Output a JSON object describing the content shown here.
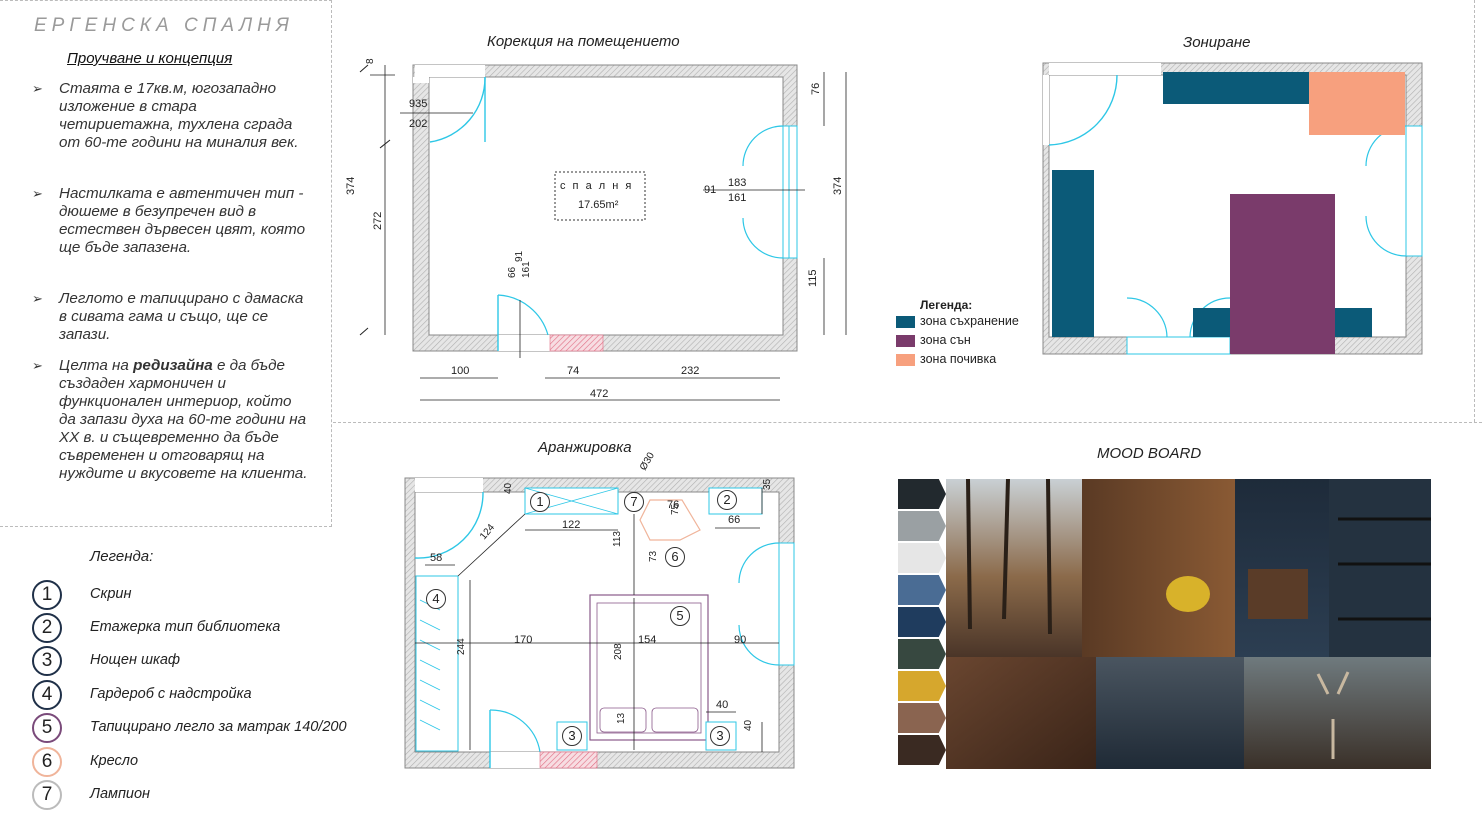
{
  "header": {
    "title": "ЕРГЕНСКА СПАЛНЯ",
    "subtitle": "Проучване и концепция"
  },
  "intro": {
    "bullets": [
      "Стаята е 17кв.м, югозападно изложение в стара четириетажна, тухлена сграда от 60-те години на миналия век.",
      "Настилката е автентичен тип - дюшеме в безупречен вид в естествен дървесен цвят, която ще бъде запазена.",
      "Леглото е тапицирано с дамаска в сивата гама и също, ще се запази."
    ],
    "last_bullet": {
      "before": "Целта на ",
      "bold": "редизайна",
      "after": " е да бъде създаден хармоничен и функционален интериор, който да запази духа на 60-те години на XX в. и същевременно да бъде съвременен и отговарящ на нуждите и вкусовете на клиента."
    }
  },
  "legend": {
    "title": "Легенда:",
    "items": [
      {
        "num": "1",
        "label": "Скрин",
        "color": "#1f3048"
      },
      {
        "num": "2",
        "label": "Етажерка тип библиотека",
        "color": "#1f3048"
      },
      {
        "num": "3",
        "label": "Нощен шкаф",
        "color": "#1f3048"
      },
      {
        "num": "4",
        "label": "Гардероб с надстройка",
        "color": "#1f3048"
      },
      {
        "num": "5",
        "label": "Тапицирано легло за матрак 140/200",
        "color": "#7a4a7a"
      },
      {
        "num": "6",
        "label": "Кресло",
        "color": "#f0b49a"
      },
      {
        "num": "7",
        "label": "Лампион",
        "color": "#bbbbbb"
      }
    ]
  },
  "sections": {
    "correction": "Корекция на помещението",
    "zoning": "Зониране",
    "arrangement": "Аранжировка",
    "moodboard": "MOOD BOARD"
  },
  "correction_plan": {
    "room_label": "с п а л н я",
    "room_area": "17.65m²",
    "dims": {
      "top_small": "8",
      "door_top": "935",
      "door_bottom": "202",
      "left_total": "374",
      "left_inner": "272",
      "right_total": "374",
      "right_top": "76",
      "right_bottom": "115",
      "window_left": "91",
      "window_top": "183",
      "window_bottom": "161",
      "door2_a": "66",
      "door2_b": "161",
      "door2_c": "91",
      "bottom_a": "100",
      "bottom_b": "74",
      "bottom_c": "232",
      "bottom_total": "472"
    }
  },
  "zoning": {
    "legend_title": "Легенда:",
    "items": [
      {
        "label": "зона съхранение",
        "color": "#0b5a78"
      },
      {
        "label": "зона сън",
        "color": "#7a3b6b"
      },
      {
        "label": "зона почивка",
        "color": "#f7a07e"
      }
    ]
  },
  "arrangement_plan": {
    "dims": {
      "d40": "40",
      "d124": "124",
      "d122": "122",
      "d30": "Ø30",
      "d76": "76",
      "d75": "75",
      "d66": "66",
      "d35": "35",
      "d58": "58",
      "d113": "113",
      "d73": "73",
      "d170": "170",
      "d154": "154",
      "d90": "90",
      "d244": "244",
      "d208": "208",
      "d13": "13",
      "d40b": "40",
      "d40c": "40"
    }
  },
  "moodboard": {
    "swatches": [
      "#22292e",
      "#9aa0a3",
      "#e6e6e6",
      "#4a6c94",
      "#1f3c5e",
      "#374840",
      "#d6a72d",
      "#8a6450",
      "#3a2a22"
    ]
  }
}
